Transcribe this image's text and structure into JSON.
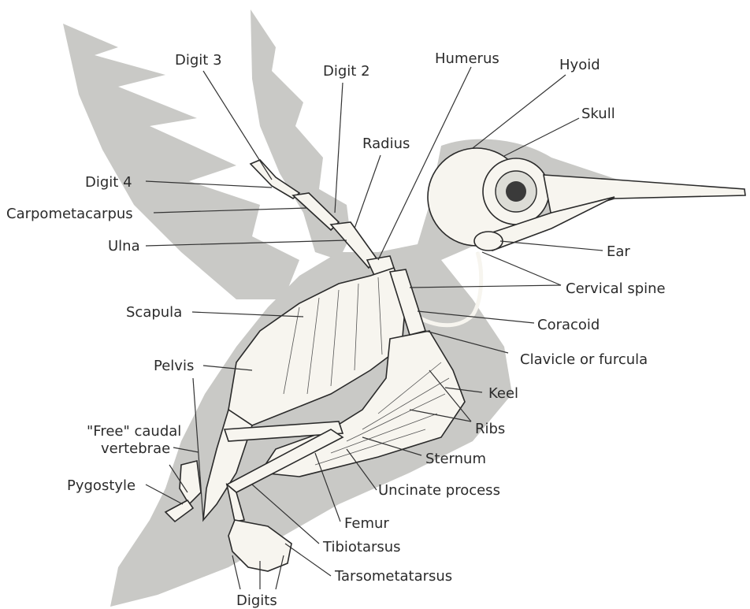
{
  "colors": {
    "silhouette": "#c9c9c6",
    "background": "#ffffff",
    "ink": "#2b2b2b",
    "bone": "#f7f5ef"
  },
  "labels": {
    "digit3": "Digit 3",
    "digit2": "Digit 2",
    "humerus": "Humerus",
    "hyoid": "Hyoid",
    "skull": "Skull",
    "radius": "Radius",
    "digit4": "Digit 4",
    "carpometacarpus": "Carpometacarpus",
    "ulna": "Ulna",
    "ear": "Ear",
    "cervical_spine": "Cervical spine",
    "scapula": "Scapula",
    "coracoid": "Coracoid",
    "clavicle": "Clavicle or furcula",
    "pelvis": "Pelvis",
    "keel": "Keel",
    "ribs": "Ribs",
    "free_caudal_line1": "\"Free\" caudal",
    "free_caudal_line2": "vertebrae",
    "sternum": "Sternum",
    "pygostyle": "Pygostyle",
    "uncinate": "Uncinate process",
    "femur": "Femur",
    "tibiotarsus": "Tibiotarsus",
    "tarsometatarsus": "Tarsometatarsus",
    "digits": "Digits"
  }
}
